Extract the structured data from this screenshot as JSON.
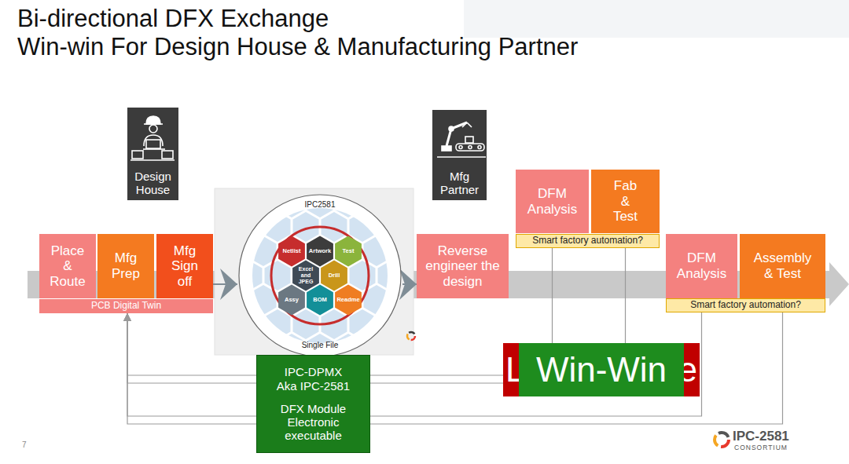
{
  "diagram": {
    "title": "Bi-directional DFX Exchange Win-win For Design House & Manufacturing Partner",
    "nodes": [
      {
        "text": [
          "Design House"
        ]
      },
      {
        "text": [
          "Place & Route"
        ]
      },
      {
        "text": [
          "Mfg Prep"
        ]
      },
      {
        "text": [
          "Mfg Sign off"
        ]
      },
      {
        "text": [
          "PCB Digital Twin"
        ]
      },
      {
        "text": [
          "IPC2581",
          "Single File"
        ]
      },
      {
        "text": [
          "Netlist"
        ],
        "in": 5
      },
      {
        "text": [
          "Artwork"
        ],
        "in": 5
      },
      {
        "text": [
          "Test"
        ],
        "in": 5
      },
      {
        "text": [
          "Excel and JPEG"
        ],
        "in": 5
      },
      {
        "text": [
          "Drill"
        ],
        "in": 5
      },
      {
        "text": [
          "Assy"
        ],
        "in": 5
      },
      {
        "text": [
          "BOM"
        ],
        "in": 5
      },
      {
        "text": [
          "Readme"
        ],
        "in": 5
      },
      {
        "text": [
          "Mfg Partner"
        ]
      },
      {
        "text": [
          "Reverse engineer the design"
        ]
      },
      {
        "text": [
          "DFM Analysis"
        ]
      },
      {
        "text": [
          "Fab & Test"
        ]
      },
      {
        "text": [
          "Smart factory automation?"
        ]
      },
      {
        "text": [
          "DFM Analysis"
        ]
      },
      {
        "text": [
          "Assembly & Test"
        ]
      },
      {
        "text": [
          "Smart factory automation?"
        ]
      },
      {
        "text": [
          "L",
          "e"
        ]
      },
      {
        "text": [
          "Win-Win"
        ],
        "in": 22
      },
      {
        "text": [
          "IPC-DPMX Aka IPC-2581",
          "DFX Module Electronic executable"
        ]
      }
    ],
    "edges": [
      {
        "from": 3,
        "to": 5,
        "arrow": "to"
      },
      {
        "from": 5,
        "to": 15,
        "arrow": "to"
      },
      {
        "from": 16,
        "to": 4,
        "arrow": "to"
      },
      {
        "from": 17,
        "to": 4,
        "arrow": "to"
      },
      {
        "from": 19,
        "to": 4,
        "arrow": "to"
      },
      {
        "from": 20,
        "to": 4,
        "arrow": "to"
      }
    ],
    "labels": [
      "7",
      "IPC-2581",
      "CONSORTIUM"
    ]
  }
}
